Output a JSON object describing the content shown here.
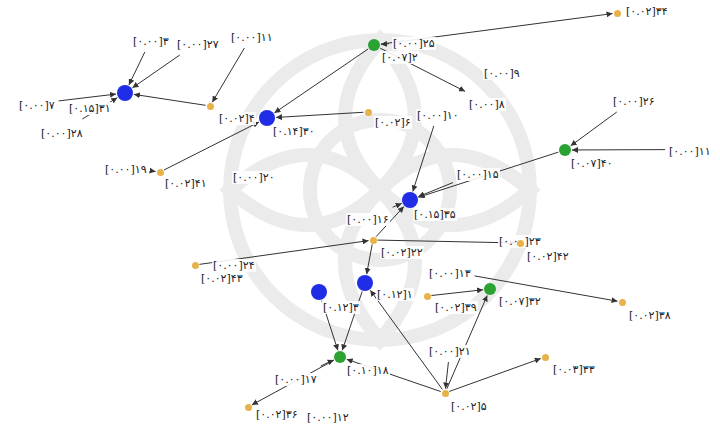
{
  "diagram": {
    "nodes": [
      {
        "text": [
          "[۰.۰۲]۳۴"
        ]
      },
      {
        "text": [
          "[۰.۰۰]۳"
        ]
      },
      {
        "text": [
          "[۰.۰۰]۲۷"
        ]
      },
      {
        "text": [
          "[۰.۰۰]۱۱"
        ]
      },
      {
        "text": [
          "[۰.۰۰]۲۵"
        ]
      },
      {
        "text": [
          "[۰.۰۰]۹"
        ]
      },
      {
        "text": [
          "[۰.۰۷]۲"
        ]
      },
      {
        "text": [
          "[۰.۰۰]۸"
        ]
      },
      {
        "text": [
          "[۰.۰۰]۲۶"
        ]
      },
      {
        "text": [
          "[۰.۱۵]۳۱"
        ]
      },
      {
        "text": [
          "[۰.۰۰]۷"
        ]
      },
      {
        "text": [
          "[۰.۰۲]۴"
        ]
      },
      {
        "text": [
          "[۰.۰۲]۶"
        ]
      },
      {
        "text": [
          "[۰.۰۰]۱۰"
        ]
      },
      {
        "text": [
          "[۰.۱۴]۳۰"
        ]
      },
      {
        "text": [
          "[۰.۰۰]۲۸"
        ]
      },
      {
        "text": [
          "[۰.۰۰]۱۱"
        ]
      },
      {
        "text": [
          "[۰.۰۷]۴۰"
        ]
      },
      {
        "text": [
          "[۰.۰۰]۱۹"
        ]
      },
      {
        "text": [
          "[۰.۰۲]۴۱"
        ]
      },
      {
        "text": [
          "[۰.۰۰]۲۰"
        ]
      },
      {
        "text": [
          "[۰.۰۰]۱۵"
        ]
      },
      {
        "text": [
          "[۰.۱۵]۳۵"
        ]
      },
      {
        "text": [
          "[۰.۰۰]۱۶"
        ]
      },
      {
        "text": [
          "[۰.۰۰]۲۳"
        ]
      },
      {
        "text": [
          "[۰.۰۲]۲۲"
        ]
      },
      {
        "text": [
          "[۰.۰۲]۴۲"
        ]
      },
      {
        "text": [
          "[۰.۰۰]۲۴"
        ]
      },
      {
        "text": [
          "[۰.۰۲]۴۳"
        ]
      },
      {
        "text": [
          "[۰.۰۰]۱۳"
        ]
      },
      {
        "text": [
          "[۰.۱۲]۱"
        ]
      },
      {
        "text": [
          "[۰.۱۲]۳"
        ]
      },
      {
        "text": [
          "[۰.۰۲]۳۹"
        ]
      },
      {
        "text": [
          "[۰.۰۷]۳۲"
        ]
      },
      {
        "text": [
          "[۰.۰۲]۳۸"
        ]
      },
      {
        "text": [
          "[۰.۰۰]۲۱"
        ]
      },
      {
        "text": [
          "[۰.۰۳]۳۳"
        ]
      },
      {
        "text": [
          "[۰.۰۰]۱۷"
        ]
      },
      {
        "text": [
          "[۰.۱۰]۱۸"
        ]
      },
      {
        "text": [
          "[۰.۰۲]۵"
        ]
      },
      {
        "text": [
          "[۰.۰۲]۳۶"
        ]
      },
      {
        "text": [
          "[۰.۰۰]۱۲"
        ]
      }
    ],
    "edges": [
      {
        "from": 1,
        "to": 9,
        "arrow": "to"
      },
      {
        "from": 2,
        "to": 9,
        "arrow": "to"
      },
      {
        "from": 10,
        "to": 9,
        "arrow": "to"
      },
      {
        "from": 15,
        "to": 9,
        "arrow": "to"
      },
      {
        "from": 11,
        "to": 9,
        "arrow": "to"
      },
      {
        "from": 3,
        "to": 11,
        "arrow": "to"
      },
      {
        "from": 6,
        "to": 14,
        "arrow": "to"
      },
      {
        "from": 12,
        "to": 14,
        "arrow": "to"
      },
      {
        "from": 19,
        "to": 14,
        "arrow": "to"
      },
      {
        "from": 18,
        "to": 19,
        "arrow": "to"
      },
      {
        "from": 4,
        "to": 6,
        "arrow": "to"
      },
      {
        "from": 6,
        "to": 0,
        "arrow": "to"
      },
      {
        "from": 6,
        "to": 7,
        "arrow": "to"
      },
      {
        "from": 13,
        "to": 22,
        "arrow": "to"
      },
      {
        "from": 21,
        "to": 22,
        "arrow": "to"
      },
      {
        "from": 23,
        "to": 22,
        "arrow": "to"
      },
      {
        "from": 17,
        "to": 22,
        "arrow": "to"
      },
      {
        "from": 8,
        "to": 17,
        "arrow": "to"
      },
      {
        "from": 16,
        "to": 17,
        "arrow": "to"
      },
      {
        "from": 25,
        "to": 22,
        "arrow": "to"
      },
      {
        "from": 28,
        "to": 25,
        "arrow": "to"
      },
      {
        "from": 25,
        "to": 26,
        "arrow": "to"
      },
      {
        "from": 25,
        "to": 30,
        "arrow": "to"
      },
      {
        "from": 29,
        "to": 34,
        "arrow": "to"
      },
      {
        "from": 32,
        "to": 33,
        "arrow": "to"
      },
      {
        "from": 39,
        "to": 33,
        "arrow": "to"
      },
      {
        "from": 39,
        "to": 30,
        "arrow": "to"
      },
      {
        "from": 39,
        "to": 36,
        "arrow": "to"
      },
      {
        "from": 39,
        "to": 38,
        "arrow": "to"
      },
      {
        "from": 35,
        "to": 39,
        "arrow": "to"
      },
      {
        "from": 37,
        "to": 38,
        "arrow": "to"
      },
      {
        "from": 31,
        "to": 38,
        "arrow": "to"
      },
      {
        "from": 38,
        "to": 40,
        "arrow": "to"
      },
      {
        "from": 30,
        "to": 38,
        "arrow": "to"
      }
    ]
  }
}
